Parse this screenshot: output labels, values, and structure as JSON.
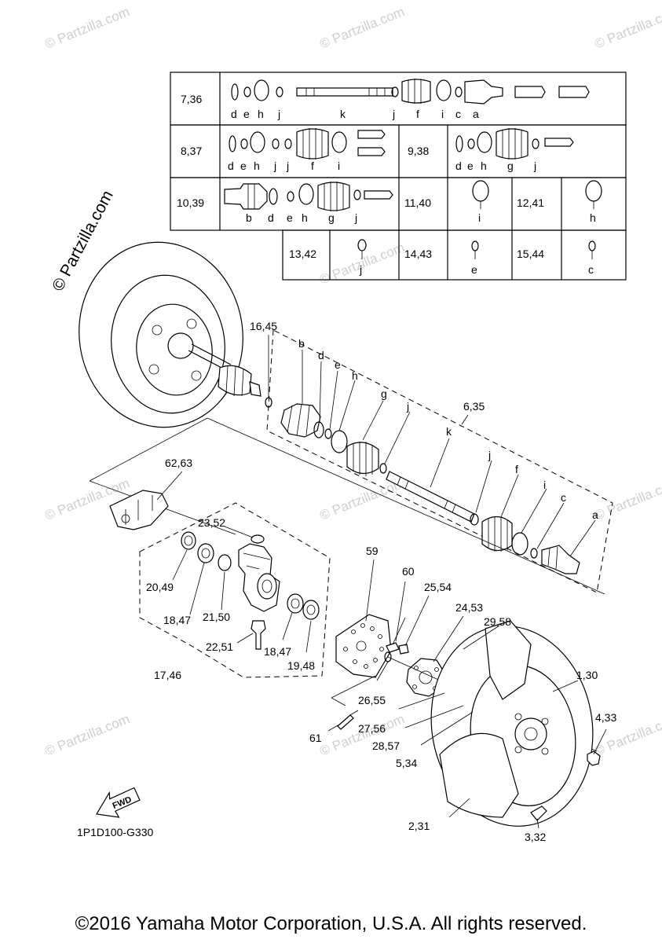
{
  "watermark": "© Partzilla.com",
  "diagram_code": "1P1D100-G330",
  "fwd_label": "FWD",
  "footer": "©2016 Yamaha Motor Corporation, U.S.A. All rights reserved.",
  "table": {
    "rows": [
      {
        "ref": "7,36",
        "letters": [
          "d",
          "e",
          "h",
          "j",
          "k",
          "j",
          "f",
          "i",
          "c",
          "a"
        ]
      },
      {
        "ref": "8,37",
        "letters": [
          "d",
          "e",
          "h",
          "j",
          "j",
          "f",
          "i"
        ]
      },
      {
        "ref": "9,38",
        "letters": [
          "d",
          "e",
          "h",
          "g",
          "j"
        ]
      },
      {
        "ref": "10,39",
        "letters": [
          "b",
          "d",
          "e",
          "h",
          "g",
          "j"
        ]
      },
      {
        "ref": "11,40",
        "letters": [
          "i"
        ]
      },
      {
        "ref": "12,41",
        "letters": [
          "h"
        ]
      },
      {
        "ref": "13,42",
        "letters": [
          "j"
        ]
      },
      {
        "ref": "14,43",
        "letters": [
          "e"
        ]
      },
      {
        "ref": "15,44",
        "letters": [
          "c"
        ]
      }
    ]
  },
  "callouts": {
    "c16_45": "16,45",
    "c6_35": "6,35",
    "c62_63": "62,63",
    "c23_52": "23,52",
    "c20_49": "20,49",
    "c18_47a": "18,47",
    "c21_50": "21,50",
    "c22_51": "22,51",
    "c18_47b": "18,47",
    "c19_48": "19,48",
    "c17_46": "17,46",
    "c59": "59",
    "c60": "60",
    "c25_54": "25,54",
    "c24_53": "24,53",
    "c29_58": "29,58",
    "c1_30": "1,30",
    "c26_55": "26,55",
    "c27_56": "27,56",
    "c28_57": "28,57",
    "c5_34": "5,34",
    "c61": "61",
    "c4_33": "4,33",
    "c2_31": "2,31",
    "c3_32": "3,32",
    "lb": "b",
    "ld": "d",
    "le": "e",
    "lh": "h",
    "lg": "g",
    "lj1": "j",
    "lk": "k",
    "lj2": "j",
    "lf": "f",
    "li": "i",
    "lc": "c",
    "la": "a"
  }
}
